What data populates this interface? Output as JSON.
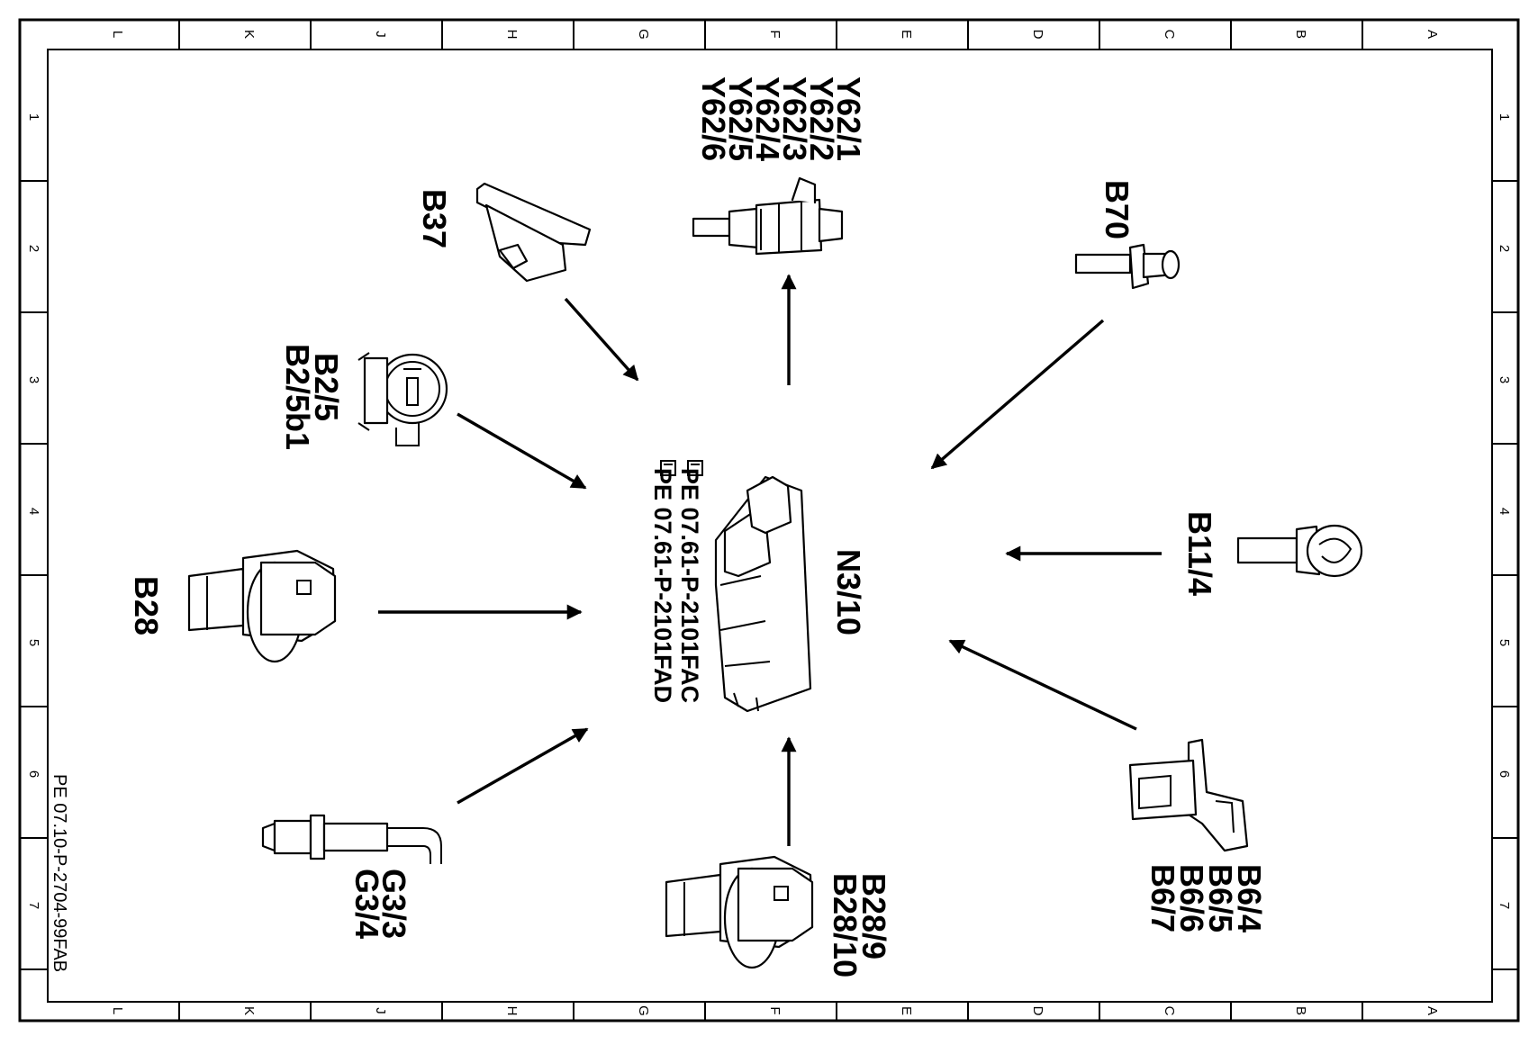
{
  "frame": {
    "column_labels": [
      "L",
      "K",
      "J",
      "H",
      "G",
      "F",
      "E",
      "D",
      "C",
      "B",
      "A"
    ],
    "row_labels": [
      "1",
      "2",
      "3",
      "4",
      "5",
      "6",
      "7"
    ],
    "document_number": "PE 07.10-P-2704-99FAB"
  },
  "center_unit": {
    "label": "N3/10",
    "references": [
      "PE 07.61-P-2101FAC",
      "PE 07.61-P-2101FAD"
    ]
  },
  "components": {
    "injectors": [
      "Y62/1",
      "Y62/2",
      "Y62/3",
      "Y62/4",
      "Y62/5",
      "Y62/6"
    ],
    "pedal_sensor": "B37",
    "air_mass_sensor": [
      "B2/5",
      "B2/5b1"
    ],
    "crankshaft_sensor": "B28",
    "oxygen_sensors": [
      "G3/3",
      "G3/4"
    ],
    "camshaft_sensors_bottom": [
      "B28/9",
      "B28/10"
    ],
    "camshaft_sensors_right": [
      "B6/4",
      "B6/5",
      "B6/6",
      "B6/7"
    ],
    "coolant_sensor": "B11/4",
    "b70_sensor": "B70"
  }
}
